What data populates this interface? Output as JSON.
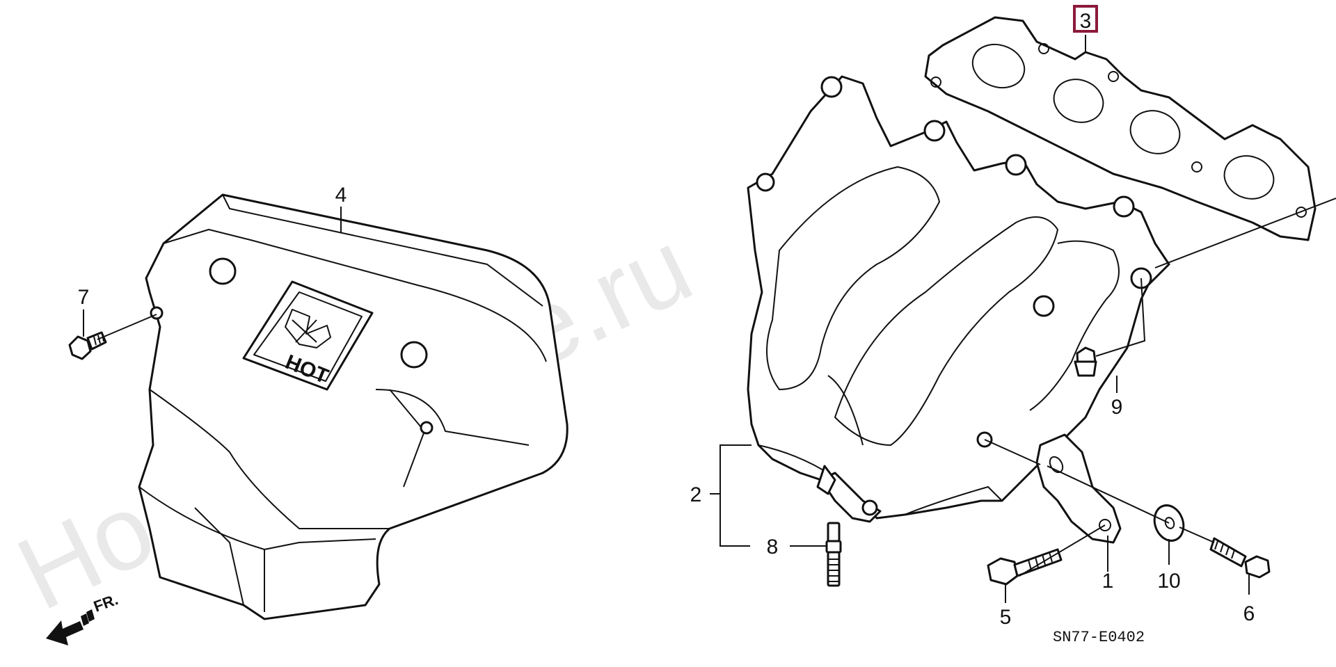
{
  "watermark": "HondaCarlife.ru",
  "direction_label": "FR.",
  "diagram_code": "SN77-E0402",
  "heat_shield_label": "HOT",
  "highlight_color": "#8b1a3a",
  "callouts": {
    "c1": "1",
    "c2": "2",
    "c3": "3",
    "c4": "4",
    "c5": "5",
    "c6": "6",
    "c7": "7",
    "c8": "8",
    "c9": "9",
    "c10": "10"
  }
}
